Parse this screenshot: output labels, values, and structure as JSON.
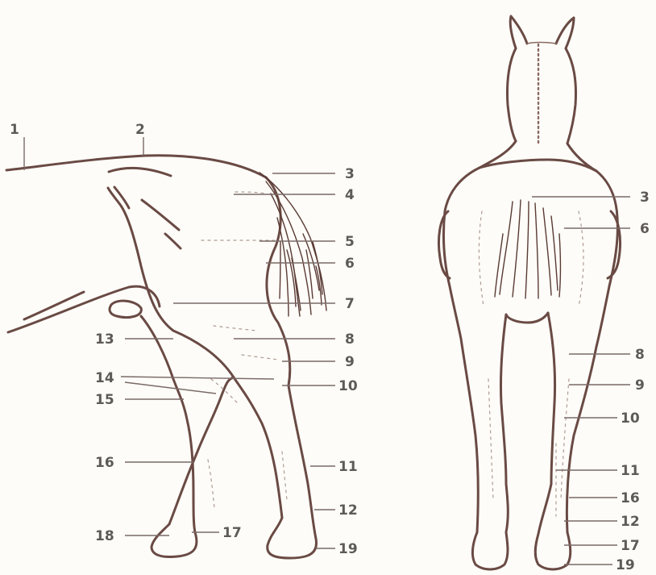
{
  "side_view": {
    "labels": [
      "1",
      "2",
      "3",
      "4",
      "5",
      "6",
      "7",
      "8",
      "9",
      "10",
      "11",
      "12",
      "13",
      "14",
      "15",
      "16",
      "17",
      "18",
      "19"
    ]
  },
  "rear_view": {
    "labels": [
      "3",
      "6",
      "8",
      "9",
      "10",
      "11",
      "16",
      "12",
      "17",
      "19"
    ]
  }
}
